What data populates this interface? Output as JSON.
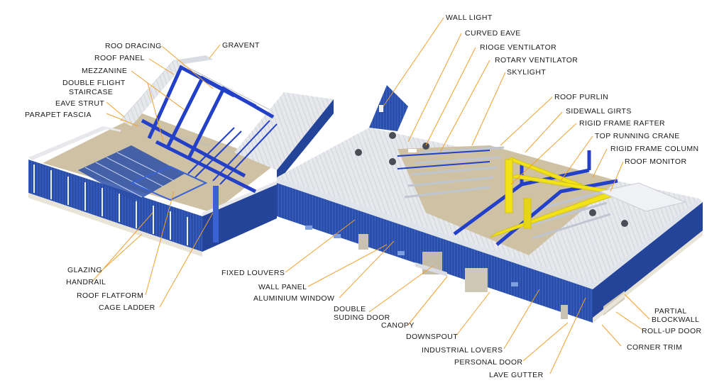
{
  "labels": {
    "roof_bracing": "ROO DRACING",
    "gravent": "GRAVENT",
    "roof_panel": "ROOF PANEL",
    "mezzanine": "MEZZANINE",
    "double_flight": "DOUBLE FLIGHT",
    "staircase": "STAIRCASE",
    "eave_strut": "EAVE STRUT",
    "parapet_fascia": "PARAPET FASCIA",
    "wall_light": "WALL LIGHT",
    "curved_eave": "CURVED EAVE",
    "ridge_ventilator": "RIOGE VENTILATOR",
    "rotary_ventilator": "ROTARY VENTILATOR",
    "skylight": "SKYLIGHT",
    "roof_purlin": "ROOF PURLIN",
    "sidewall_girts": "SIDEWALL GIRTS",
    "rigid_frame_rafter": "RIGID FRAME RAFTER",
    "top_running_crane": "TOP RUNNING CRANE",
    "rigid_frame_column": "RIGID FRAME COLUMN",
    "roof_monitor": "ROOF MONITOR",
    "glazing": "GLAZING",
    "handrail": "HANDRAIL",
    "roof_platform": "ROOF FLATFORM",
    "cage_ladder": "CAGE LADDER",
    "fixed_louvers": "FIXED LOUVERS",
    "wall_panel": "WALL PANEL",
    "aluminium_window": "ALUMINIUM WINDOW",
    "double_sliding_1": "DOUBLE",
    "double_sliding_2": "SUDING DOOR",
    "canopy": "CANOPY",
    "downspout": "DOWNSPOUT",
    "industrial_louvers": "INDUSTRIAL LOVERS",
    "personal_door": "PERSONAL DOOR",
    "eave_gutter": "LAVE GUTTER",
    "partial_1": "PARTIAL",
    "partial_2": "BLOCKWALL",
    "rollup_door": "ROLL-UP DOOR",
    "corner_trim": "CORNER TRIM"
  },
  "colors": {
    "wall_blue": "#2b4fa8",
    "frame_blue": "#2340c8",
    "crane_yellow": "#f2e21a",
    "roof_white": "#e6e8ec",
    "leader_orange": "#f0a030",
    "floor_beige": "#cfc2a4"
  }
}
